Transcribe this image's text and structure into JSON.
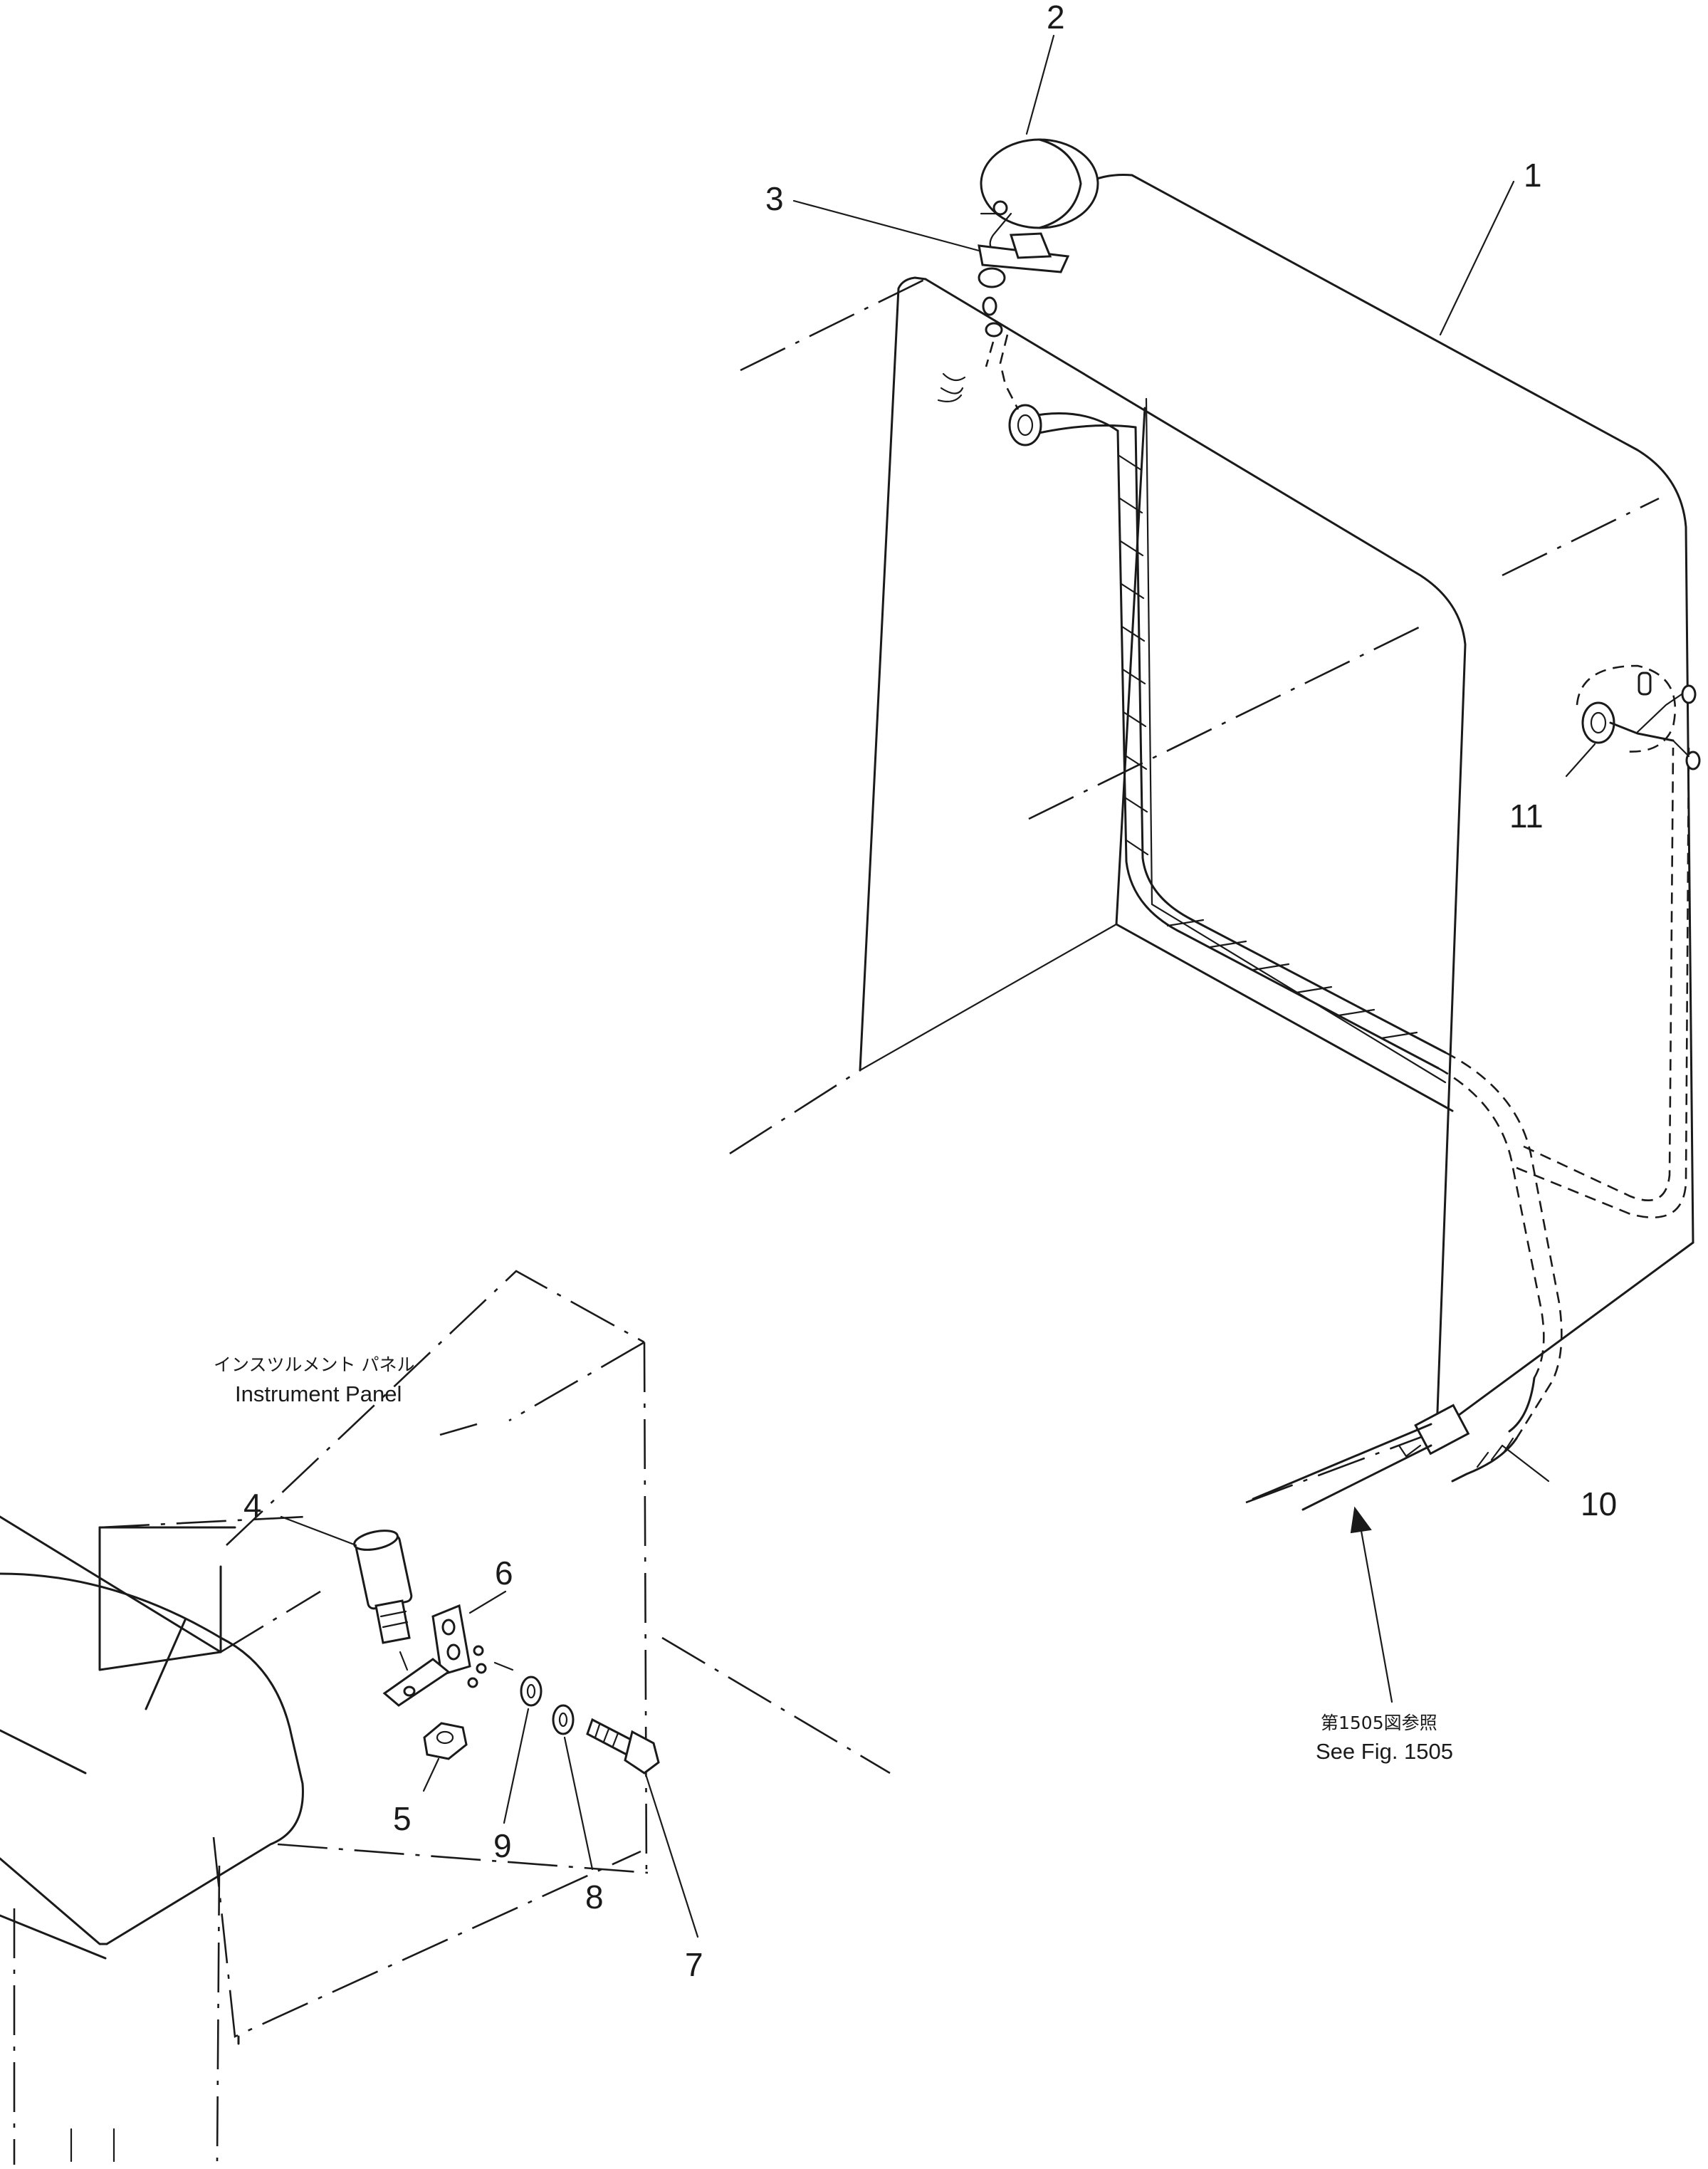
{
  "callouts": {
    "c1": "1",
    "c2": "2",
    "c3": "3",
    "c4": "4",
    "c5": "5",
    "c6": "6",
    "c7": "7",
    "c8": "8",
    "c9": "9",
    "c10": "10",
    "c11": "11"
  },
  "notes": {
    "instrument_panel_jp": "インスツルメント パネル",
    "instrument_panel_en": "Instrument Panel",
    "see_fig_jp": "第1505図参照",
    "see_fig_en": "See Fig. 1505"
  }
}
